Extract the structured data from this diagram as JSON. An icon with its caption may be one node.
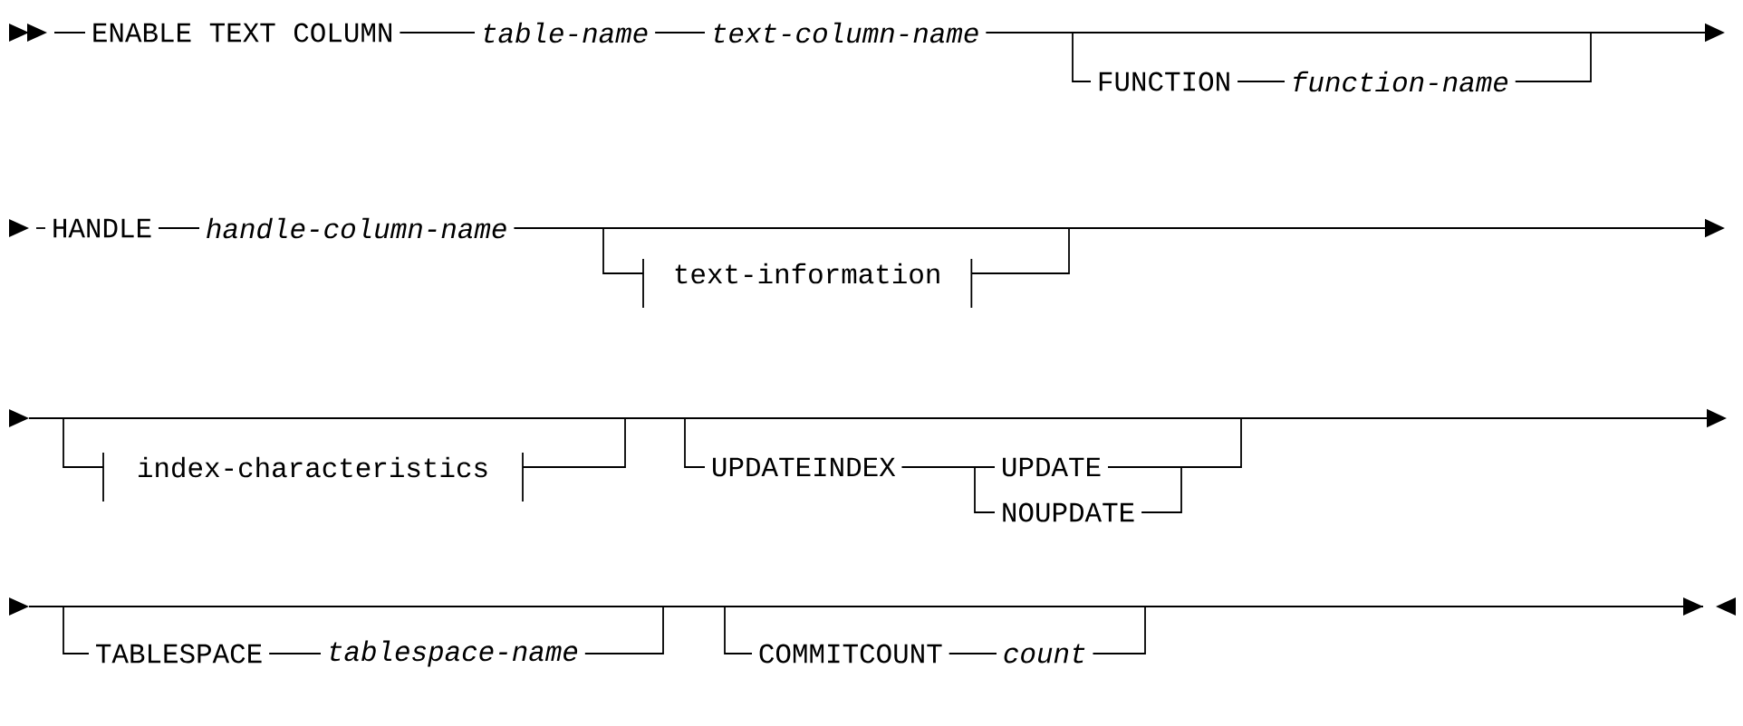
{
  "diagram": {
    "nodes": [
      {
        "text": [
          "ENABLE TEXT COLUMN"
        ]
      },
      {
        "text": [
          "table-name"
        ]
      },
      {
        "text": [
          "text-column-name"
        ]
      },
      {
        "text": [
          "FUNCTION"
        ]
      },
      {
        "text": [
          "function-name"
        ]
      },
      {
        "text": [
          "HANDLE"
        ]
      },
      {
        "text": [
          "handle-column-name"
        ]
      },
      {
        "text": [
          "text-information"
        ]
      },
      {
        "text": [
          "index-characteristics"
        ]
      },
      {
        "text": [
          "UPDATEINDEX"
        ]
      },
      {
        "text": [
          "UPDATE"
        ]
      },
      {
        "text": [
          "NOUPDATE"
        ]
      },
      {
        "text": [
          "TABLESPACE"
        ]
      },
      {
        "text": [
          "tablespace-name"
        ]
      },
      {
        "text": [
          "COMMITCOUNT"
        ]
      },
      {
        "text": [
          "count"
        ]
      }
    ],
    "edges": [
      {
        "from": null,
        "to": 0,
        "arrow": "none"
      },
      {
        "from": 0,
        "to": 1,
        "arrow": "none"
      },
      {
        "from": 1,
        "to": 2,
        "arrow": "none"
      },
      {
        "from": 2,
        "to": null,
        "arrow": "to"
      },
      {
        "from": null,
        "to": 3,
        "arrow": "none"
      },
      {
        "from": 3,
        "to": 4,
        "arrow": "none"
      },
      {
        "from": 4,
        "to": null,
        "arrow": "none"
      },
      {
        "from": null,
        "to": 5,
        "arrow": "none"
      },
      {
        "from": 5,
        "to": 6,
        "arrow": "none"
      },
      {
        "from": 6,
        "to": null,
        "arrow": "to"
      },
      {
        "from": null,
        "to": 7,
        "arrow": "none"
      },
      {
        "from": 7,
        "to": null,
        "arrow": "none"
      },
      {
        "from": null,
        "to": 8,
        "arrow": "none"
      },
      {
        "from": 8,
        "to": null,
        "arrow": "none"
      },
      {
        "from": null,
        "to": 9,
        "arrow": "none"
      },
      {
        "from": 9,
        "to": 10,
        "arrow": "none"
      },
      {
        "from": 9,
        "to": 11,
        "arrow": "none"
      },
      {
        "from": 10,
        "to": null,
        "arrow": "none"
      },
      {
        "from": 11,
        "to": null,
        "arrow": "none"
      },
      {
        "from": null,
        "to": 12,
        "arrow": "none"
      },
      {
        "from": 12,
        "to": 13,
        "arrow": "none"
      },
      {
        "from": 13,
        "to": null,
        "arrow": "none"
      },
      {
        "from": null,
        "to": 14,
        "arrow": "none"
      },
      {
        "from": 14,
        "to": 15,
        "arrow": "none"
      },
      {
        "from": 15,
        "to": null,
        "arrow": "none"
      }
    ]
  }
}
